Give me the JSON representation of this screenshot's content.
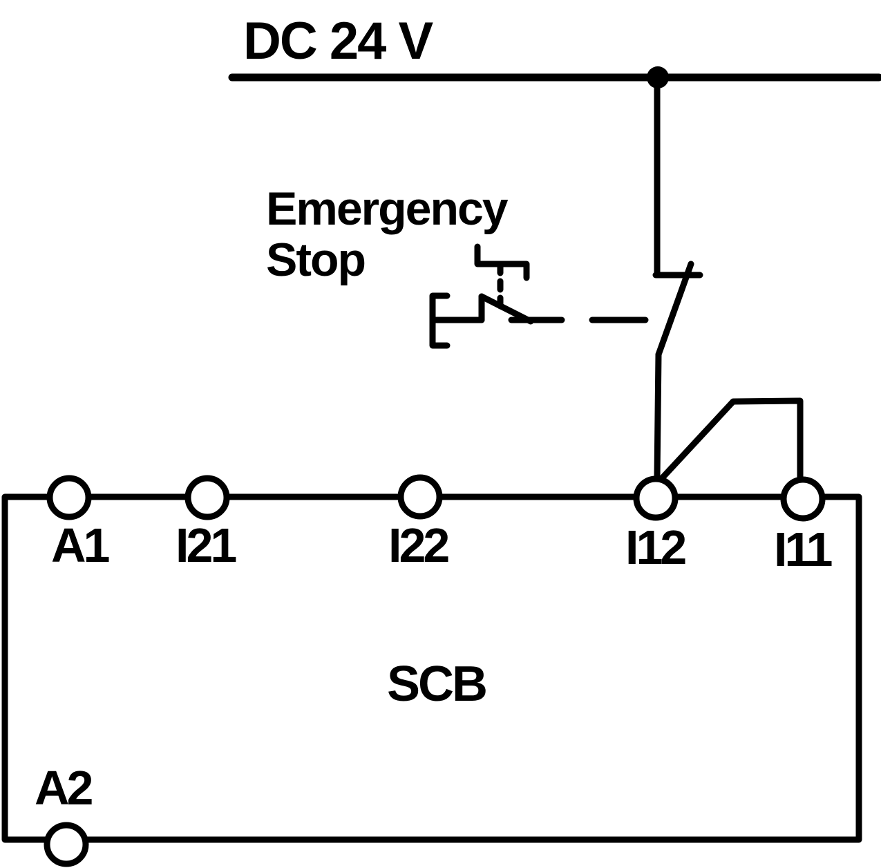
{
  "diagram": {
    "type": "electrical-schematic",
    "colors": {
      "line": "#000000",
      "background": "#ffffff"
    },
    "power_rail": {
      "label": "DC 24 V"
    },
    "emergency_stop": {
      "label_line1": "Emergency",
      "label_line2": "Stop",
      "contact_type": "normally-closed",
      "actuation": "mushroom-head-pushbutton"
    },
    "device": {
      "label": "SCB"
    },
    "terminals": {
      "a1": "A1",
      "i21": "I21",
      "i22": "I22",
      "i12": "I12",
      "i11": "I11",
      "a2": "A2"
    }
  }
}
